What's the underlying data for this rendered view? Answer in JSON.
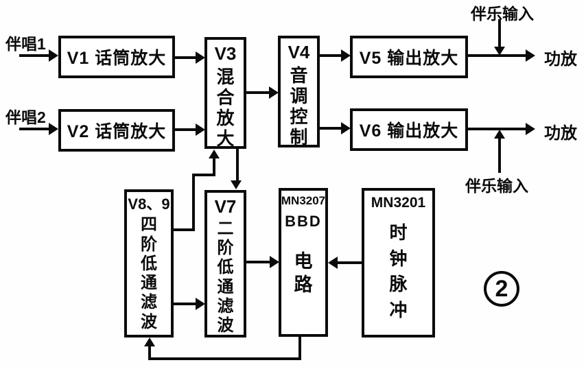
{
  "figure": {
    "number": "2",
    "type_hint": "karaoke-mixer-echo-block-diagram"
  },
  "colors": {
    "ink": "#0b0b0b",
    "paper": "#ffffff"
  },
  "blocks": {
    "v1": {
      "title": "V1 话筒放大"
    },
    "v2": {
      "title": "V2 话筒放大"
    },
    "v3": {
      "header": "V3",
      "body": "混合放大"
    },
    "v4": {
      "header": "V4",
      "body": "音调控制"
    },
    "v5": {
      "title": "V5 输出放大"
    },
    "v6": {
      "title": "V6 输出放大"
    },
    "v89": {
      "header": "V8、9",
      "body": "四阶低通滤波"
    },
    "v7": {
      "header": "V7",
      "body": "二阶低通滤波"
    },
    "mn3207": {
      "header": "MN3207",
      "sub": "BBD",
      "body": "电路"
    },
    "mn3201": {
      "header": "MN3201",
      "body": "时钟脉冲"
    }
  },
  "labels": {
    "input1": "伴唱1",
    "input2": "伴唱2",
    "music_in_top": "伴乐输入",
    "music_in_bottom": "伴乐输入",
    "power_amp_top": "功放",
    "power_amp_bottom": "功放"
  },
  "connections": [
    {
      "from": "伴唱1",
      "to": "V1 话筒放大"
    },
    {
      "from": "伴唱2",
      "to": "V2 话筒放大"
    },
    {
      "from": "V1 话筒放大",
      "to": "V3 混合放大"
    },
    {
      "from": "V2 话筒放大",
      "to": "V3 混合放大"
    },
    {
      "from": "V3 混合放大",
      "to": "V4 音调控制"
    },
    {
      "from": "V4 音调控制",
      "to": "V5 输出放大"
    },
    {
      "from": "V4 音调控制",
      "to": "V6 输出放大"
    },
    {
      "from": "V5 输出放大",
      "to": "功放"
    },
    {
      "from": "V6 输出放大",
      "to": "功放"
    },
    {
      "from": "伴乐输入(上)",
      "to": "V5→功放线"
    },
    {
      "from": "伴乐输入(下)",
      "to": "V6→功放线"
    },
    {
      "from": "V3 混合放大",
      "to": "V7 二阶低通滤波"
    },
    {
      "from": "V8、9 四阶低通滤波",
      "to": "V3 混合放大"
    },
    {
      "from": "V8、9 四阶低通滤波",
      "to": "V7 二阶低通滤波"
    },
    {
      "from": "V7 二阶低通滤波",
      "to": "MN3207 BBD 电路"
    },
    {
      "from": "MN3201 时钟脉冲",
      "to": "MN3207 BBD 电路"
    },
    {
      "from": "MN3207 BBD 电路",
      "to": "V8、9 四阶低通滤波"
    }
  ]
}
